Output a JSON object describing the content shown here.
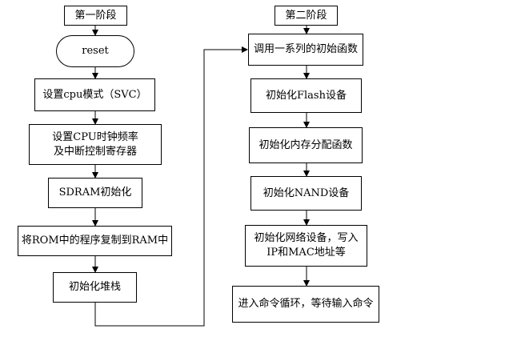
{
  "stage1": {
    "header": "第一阶段",
    "steps": {
      "reset": "reset",
      "cpu_mode": "设置cpu模式（SVC）",
      "clock_line1": "设置CPU时钟频率",
      "clock_line2": "及中断控制寄存器",
      "sdram": "SDRAM初始化",
      "copy": "将ROM中的程序复制到RAM中",
      "stack": "初始化堆栈"
    }
  },
  "stage2": {
    "header": "第二阶段",
    "steps": {
      "call_init": "调用一系列的初始函数",
      "flash": "初始化Flash设备",
      "mem_alloc": "初始化内存分配函数",
      "nand": "初始化NAND设备",
      "net_line1": "初始化网络设备，写入",
      "net_line2": "IP和MAC地址等",
      "loop": "进入命令循环，等待输入命令"
    }
  }
}
